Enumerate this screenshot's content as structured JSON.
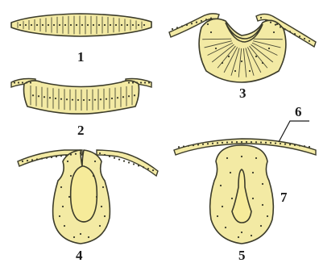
{
  "stages": [
    {
      "label": "1"
    },
    {
      "label": "2"
    },
    {
      "label": "3"
    },
    {
      "label": "4"
    },
    {
      "label": "5"
    }
  ],
  "annotations": [
    {
      "label": "6"
    },
    {
      "label": "7"
    }
  ],
  "colors": {
    "tissue_fill": "#f3eaa4",
    "outline": "#3b3b2a",
    "label": "#1a1a1a"
  }
}
